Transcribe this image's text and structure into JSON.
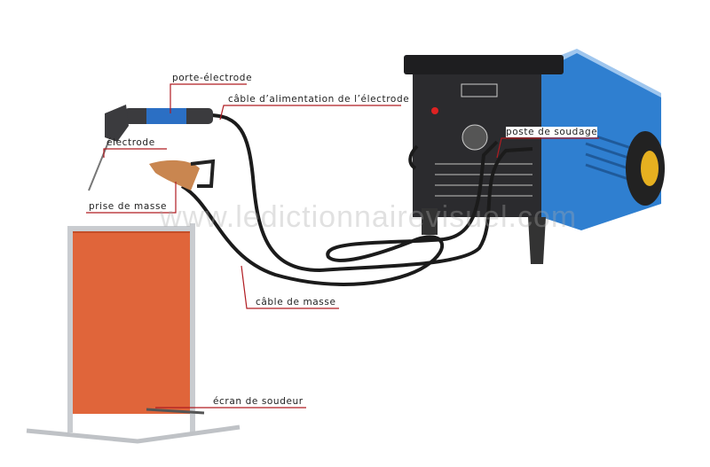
{
  "labels": {
    "electrode_holder": "porte-électrode",
    "electrode_cable": "câble d’alimentation de l’électrode",
    "electrode": "électrode",
    "ground_clamp": "prise de masse",
    "welding_machine": "poste de soudage",
    "ground_cable": "câble de masse",
    "welding_screen": "écran de soudeur"
  },
  "watermark": "www.ledictionnairevisuel.com",
  "colors": {
    "leader": "#b01c22",
    "machine": "#2f7fd0",
    "screen": "#e0653a"
  }
}
